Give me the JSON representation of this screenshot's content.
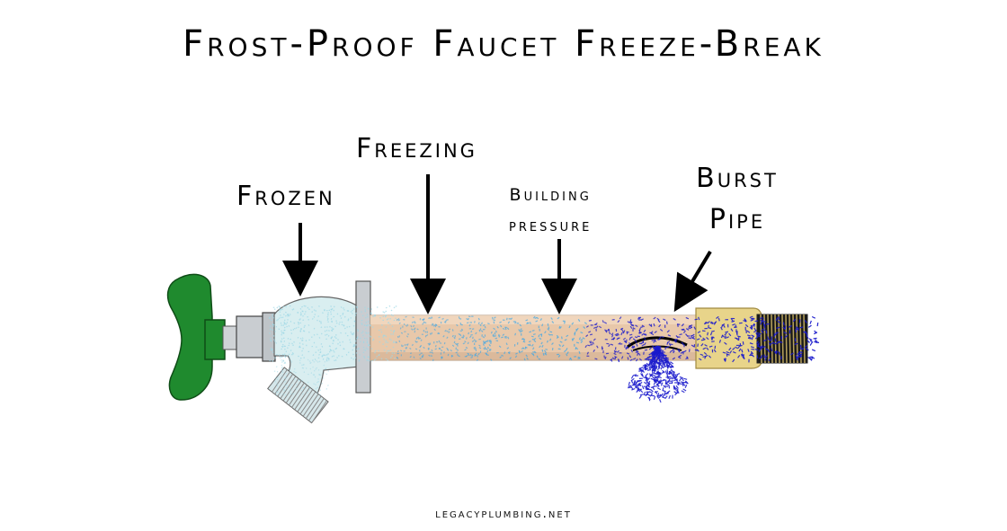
{
  "title": "Frost-Proof Faucet Freeze-Break",
  "labels": {
    "frozen": "Frozen",
    "freezing": "Freezing",
    "building_line1": "Building",
    "building_line2": "pressure",
    "burst_line1": "Burst",
    "burst_line2": "Pipe"
  },
  "footer": "legacyplumbing.net",
  "colors": {
    "handle": "#1f8a2e",
    "valve_body": "#d9eef0",
    "pipe": "#e6c6a8",
    "fitting": "#e8d48a",
    "ice": "#9fd8e6",
    "water_light": "#3aa6e8",
    "water_dark": "#1a1acc",
    "arrow": "#000000"
  }
}
